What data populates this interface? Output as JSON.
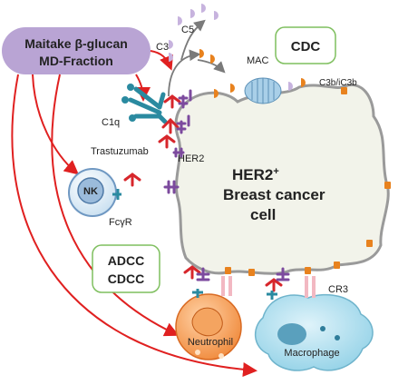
{
  "source_box": {
    "line1": "Maitake β-glucan",
    "line2": "MD-Fraction"
  },
  "mechanism_boxes": {
    "cdc": "CDC",
    "adcc": "ADCC",
    "cdcc": "CDCC"
  },
  "cell": {
    "line1": "HER2",
    "superscript": "+",
    "line2": "Breast cancer",
    "line3": "cell"
  },
  "labels": {
    "c5": "C5",
    "c3": "C3",
    "mac": "MAC",
    "c3b_ic3b": "C3b/iC3b",
    "c1q": "C1q",
    "trastuzumab": "Trastuzumab",
    "her2": "HER2",
    "nk": "NK",
    "fcgr": "FcγR",
    "cr3": "CR3",
    "neutrophil": "Neutrophil",
    "macrophage": "Macrophage"
  },
  "colors": {
    "source_box": "#b9a4d4",
    "arrow": "#e02020",
    "cell_fill": "#f2f3ea",
    "cell_stroke": "#9a9a9a",
    "complement_orange": "#e8821e",
    "c5_lavender": "#c7b3de",
    "her2_purple": "#7c4a9e",
    "antibody_red": "#d7262b",
    "c1q_teal": "#2a8aa0",
    "mechanism_border": "#7fbf5f",
    "neutrophil_orange": "#f08a3c",
    "macrophage_blue": "#a9dbec",
    "nk_blue": "#c8dff0",
    "receptor_pink": "#f2b8c2"
  }
}
